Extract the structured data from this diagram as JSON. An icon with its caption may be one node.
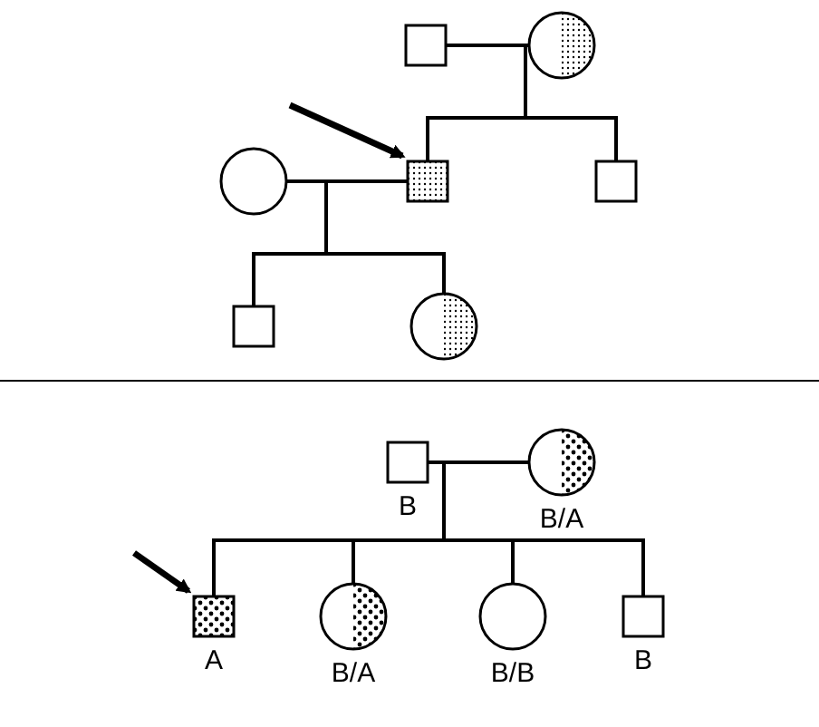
{
  "diagram": {
    "nodes": [
      {
        "text": [],
        "shape": "box"
      },
      {
        "text": [],
        "shape": "circle"
      },
      {
        "text": [],
        "shape": "box"
      },
      {
        "text": [],
        "shape": "box"
      },
      {
        "text": [],
        "shape": "circle"
      },
      {
        "text": [],
        "shape": "box"
      },
      {
        "text": [],
        "shape": "circle"
      },
      {
        "text": [],
        "shape": "box",
        "beside": [
          "B"
        ]
      },
      {
        "text": [],
        "shape": "circle",
        "beside": [
          "B/A"
        ]
      },
      {
        "text": [],
        "shape": "box",
        "beside": [
          "A"
        ]
      },
      {
        "text": [],
        "shape": "circle",
        "beside": [
          "B/A"
        ]
      },
      {
        "text": [],
        "shape": "circle",
        "beside": [
          "B/B"
        ]
      },
      {
        "text": [],
        "shape": "box",
        "beside": [
          "B"
        ]
      }
    ],
    "edges": [
      {
        "from": 0,
        "to": 1,
        "arrow": "none"
      },
      {
        "from": 0,
        "to": 2,
        "arrow": "none"
      },
      {
        "from": 1,
        "to": 2,
        "arrow": "none"
      },
      {
        "from": 0,
        "to": 3,
        "arrow": "none"
      },
      {
        "from": 1,
        "to": 3,
        "arrow": "none"
      },
      {
        "from": 4,
        "to": 2,
        "arrow": "none"
      },
      {
        "from": 4,
        "to": 5,
        "arrow": "none"
      },
      {
        "from": 2,
        "to": 5,
        "arrow": "none"
      },
      {
        "from": 4,
        "to": 6,
        "arrow": "none"
      },
      {
        "from": 2,
        "to": 6,
        "arrow": "none"
      },
      {
        "from": 7,
        "to": 8,
        "arrow": "none"
      },
      {
        "from": 7,
        "to": 9,
        "arrow": "none"
      },
      {
        "from": 8,
        "to": 9,
        "arrow": "none"
      },
      {
        "from": 7,
        "to": 10,
        "arrow": "none"
      },
      {
        "from": 8,
        "to": 10,
        "arrow": "none"
      },
      {
        "from": 7,
        "to": 11,
        "arrow": "none"
      },
      {
        "from": 8,
        "to": 11,
        "arrow": "none"
      },
      {
        "from": 7,
        "to": 12,
        "arrow": "none"
      },
      {
        "from": 8,
        "to": 12,
        "arrow": "none"
      },
      {
        "from": null,
        "to": 2,
        "arrow": "to"
      },
      {
        "from": null,
        "to": 9,
        "arrow": "to"
      }
    ]
  }
}
